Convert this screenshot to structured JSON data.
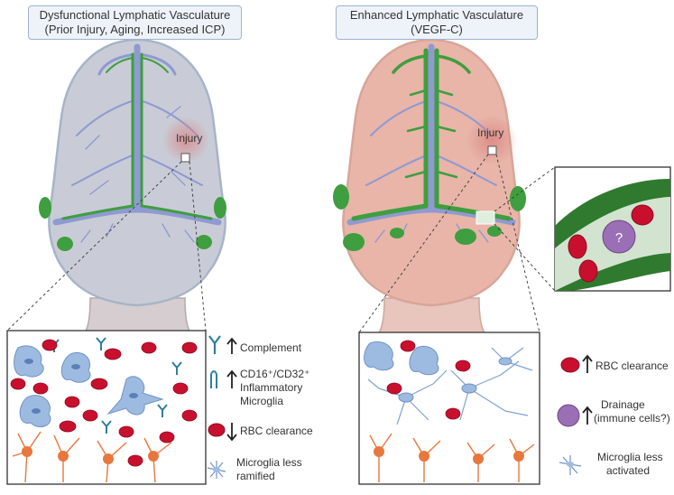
{
  "left_title": {
    "line1": "Dysfunctional Lymphatic Vasculature",
    "line2": "(Prior Injury, Aging, Increased ICP)"
  },
  "right_title": {
    "line1": "Enhanced Lymphatic Vasculature",
    "line2": "(VEGF-C)"
  },
  "injury_label_left": "Injury",
  "injury_label_right": "Injury",
  "left_legend": {
    "complement": "Complement",
    "cd_line1": "CD16⁺/CD32⁺",
    "cd_line2": "Inflammatory",
    "cd_line3": "Microglia",
    "rbc": "RBC clearance",
    "microglia_line1": "Microglia less",
    "microglia_line2": "ramified"
  },
  "right_legend": {
    "rbc": "RBC clearance",
    "drainage_line1": "Drainage",
    "drainage_line2": "(immune cells?)",
    "microglia_line1": "Microglia less",
    "microglia_line2": "activated"
  },
  "vessel_cell_label": "?",
  "colors": {
    "lymphatic": "#3f9e3f",
    "vein": "#8f9ad1",
    "rbc": "#c8102e",
    "microglia": "#9dbbe0",
    "neuron": "#e8773e",
    "macrophage": "#9b6fb5",
    "injury": "#d9807f",
    "brain_left": "#c8ccd6",
    "brain_right": "#e8b5a8"
  }
}
